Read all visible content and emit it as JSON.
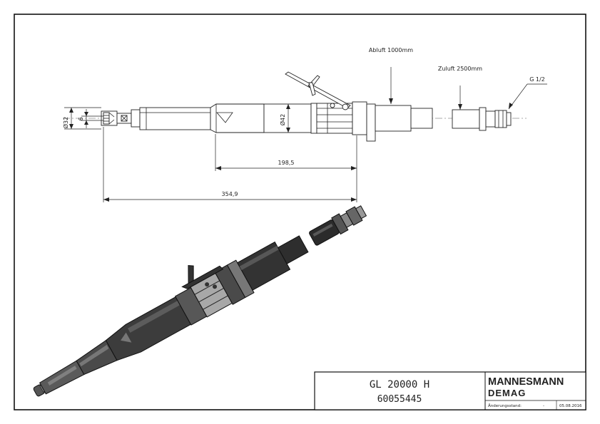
{
  "title_block": {
    "product_name": "GL 20000 H",
    "part_number": "60055445",
    "brand_line1": "MANNESMANN",
    "brand_line2": "DEMAG",
    "revision_label": "Änderungsstand:",
    "revision_value": "-",
    "revision_date": "05.08.2016"
  },
  "annotations": {
    "exhaust": "Abluft 1000mm",
    "supply": "Zuluft 2500mm",
    "thread": "G 1/2"
  },
  "dimensions": {
    "dia_32": "Ø32",
    "six": "6",
    "dia_42": "Ø42",
    "len_198": "198,5",
    "len_354": "354,9"
  },
  "colors": {
    "line": "#222222",
    "render_dark": "#3a3a3a",
    "render_mid": "#5c5c5c",
    "render_light": "#8a8a8a"
  }
}
